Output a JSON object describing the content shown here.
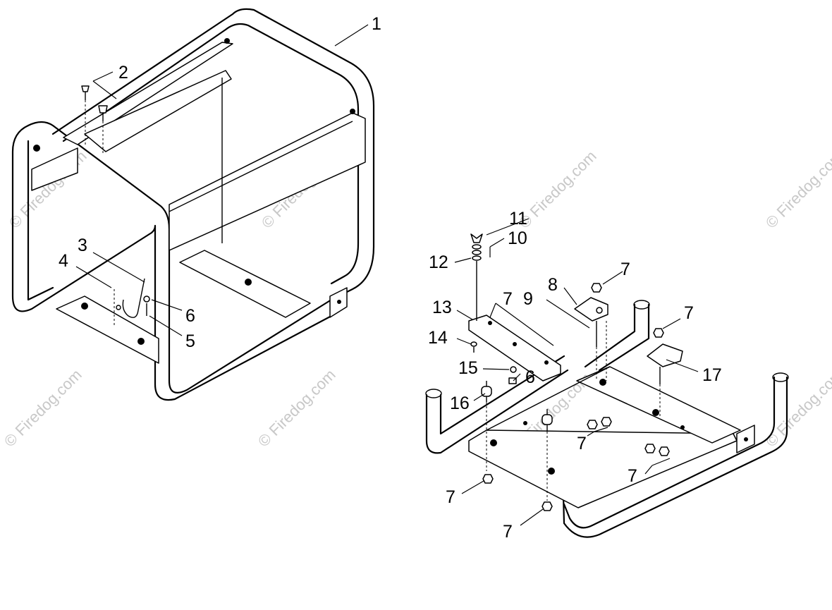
{
  "watermark_text": "© Firedog.com",
  "callouts": {
    "c1": "1",
    "c2": "2",
    "c3": "3",
    "c4": "4",
    "c5": "5",
    "c6a": "6",
    "c7a": "7",
    "c7b": "7",
    "c7c": "7",
    "c7d": "7",
    "c7e": "7",
    "c7f": "7",
    "c7g": "7",
    "c8": "8",
    "c9": "9",
    "c10": "10",
    "c11": "11",
    "c12": "12",
    "c13": "13",
    "c14": "14",
    "c15": "15",
    "c6b": "6",
    "c16": "16",
    "c17": "17"
  }
}
